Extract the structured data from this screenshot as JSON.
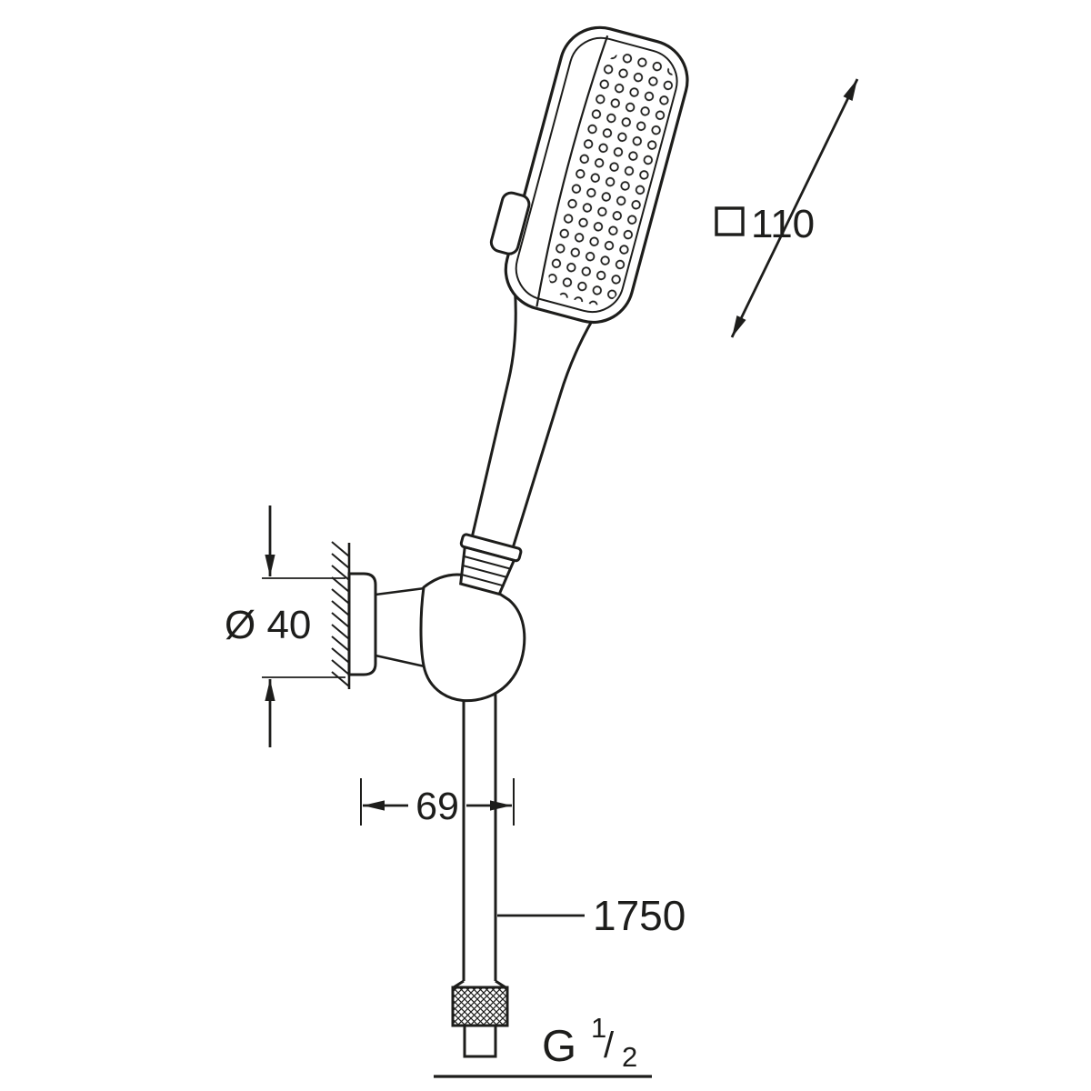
{
  "diagram": {
    "labels": {
      "head_size": "110",
      "holder_diameter": "Ø 40",
      "holder_projection": "69",
      "hose_length": "1750",
      "thread_g": "G",
      "thread_numerator": "1",
      "thread_slash": "/",
      "thread_denominator": "2"
    },
    "colors": {
      "line": "#1d1d1b",
      "background": "#ffffff"
    }
  }
}
